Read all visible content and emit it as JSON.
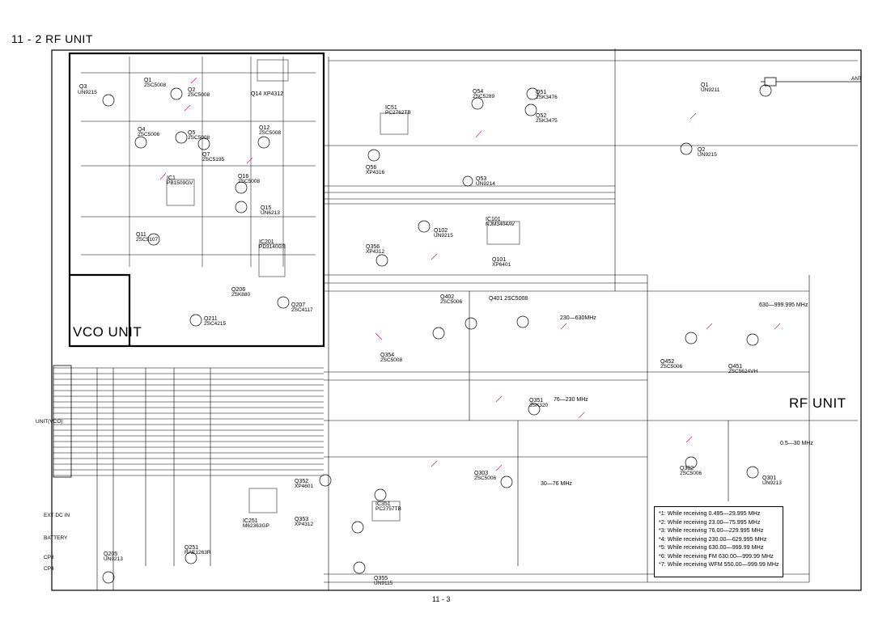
{
  "page_title": "11 - 2  RF UNIT",
  "vco_label": "VCO UNIT",
  "rf_label": "RF UNIT",
  "page_number": "11 - 3",
  "legend": [
    "*1: While receiving 0.495—29.995 MHz",
    "*2: While receiving 23.00—75.995 MHz",
    "*3: While receiving 76.00—229.995 MHz",
    "*4: While receiving 230.00—629.995 MHz",
    "*5: While receiving 630.00—999.99 MHz",
    "*6: While receiving FM 630.00—999.99 MHz",
    "*7: While receiving WFM 550.00—999.99 MHz"
  ],
  "components": {
    "q3": "Q3",
    "un9215_a": "UN9215",
    "q1": "Q1",
    "q1_type": "2SC5008",
    "q2": "Q2",
    "q2_type": "2SC5008",
    "q14": "Q14  XP4312",
    "q4": "Q4",
    "q4_type": "2SC5006",
    "q5": "Q5",
    "q5_type": "2SC5008",
    "q7": "Q7",
    "q7_type": "2SC5195",
    "q12": "Q12",
    "q12_type": "2SC5008",
    "q16": "Q16",
    "q16_type": "2SC5008",
    "ic1": "IC1",
    "ic1_type": "PB1509GV",
    "q15": "Q15",
    "q15_type": "UN6213",
    "q11": "Q11",
    "q11_type": "2SC5107",
    "ic201": "IC201",
    "ic201_type": "PD3140GS",
    "q206": "Q206",
    "q206_type": "2SK880",
    "q207": "Q207",
    "q207_type": "2SC4117",
    "q211": "Q211",
    "q211_type": "2SC4215",
    "q54": "Q54",
    "q54_type": "2SC5289",
    "ic51": "IC51",
    "ic51_type": "PC2762TB",
    "q51": "Q51",
    "q51_type": "2SK3476",
    "q52": "Q52",
    "q52_type": "2SK3475",
    "q56": "Q56",
    "q56_type": "XP4316",
    "q53": "Q53",
    "q53_type": "UN9214",
    "q1r": "Q1",
    "q1r_type": "UN9211",
    "q2r": "Q2",
    "q2r_type": "UN9215",
    "ic101": "IC101",
    "ic101_type": "NJM3404AV",
    "q102": "Q102",
    "q102_type": "UN9215",
    "q101": "Q101",
    "q101_type": "XP6401",
    "q356": "Q356",
    "q356_type": "XP4312",
    "q402": "Q402",
    "q402_type": "2SC5006",
    "q401": "Q401 2SC5008",
    "q354": "Q354",
    "q354_type": "2SC5008",
    "q452": "Q452",
    "q452_type": "2SC5006",
    "q451": "Q451",
    "q451_type": "2SC5624VH",
    "q351": "Q351",
    "q351_type": "3SK320",
    "q303": "Q303",
    "q303_type": "2SC5006",
    "q302": "Q302",
    "q302_type": "2SC5006",
    "q301": "Q301",
    "q301_type": "UN9213",
    "q352": "Q352",
    "q352_type": "XP4601",
    "ic351": "IC351",
    "ic351_type": "PC2757TB",
    "q353": "Q353",
    "q353_type": "XP4312",
    "ic251": "IC251",
    "ic251_type": "M62363GP",
    "q251": "Q251",
    "q251_type": "RAE1263R",
    "q205": "Q205",
    "q205_type": "UN9213",
    "q355": "Q355",
    "q355_type": "UN9115"
  },
  "freq_labels": {
    "f1": "230—630MHz",
    "f2": "630—999.995 MHz",
    "f3": "76—230 MHz",
    "f4": "30—76 MHz",
    "f5": "0.5—30 MHz"
  },
  "side_labels": {
    "battery": "BATTERY",
    "ext_dc_in": "EXT DC IN",
    "cp_top": "CP3",
    "cp_bot": "CP4",
    "ant": "ANT",
    "un_vco": "UNIT(VCO)"
  }
}
